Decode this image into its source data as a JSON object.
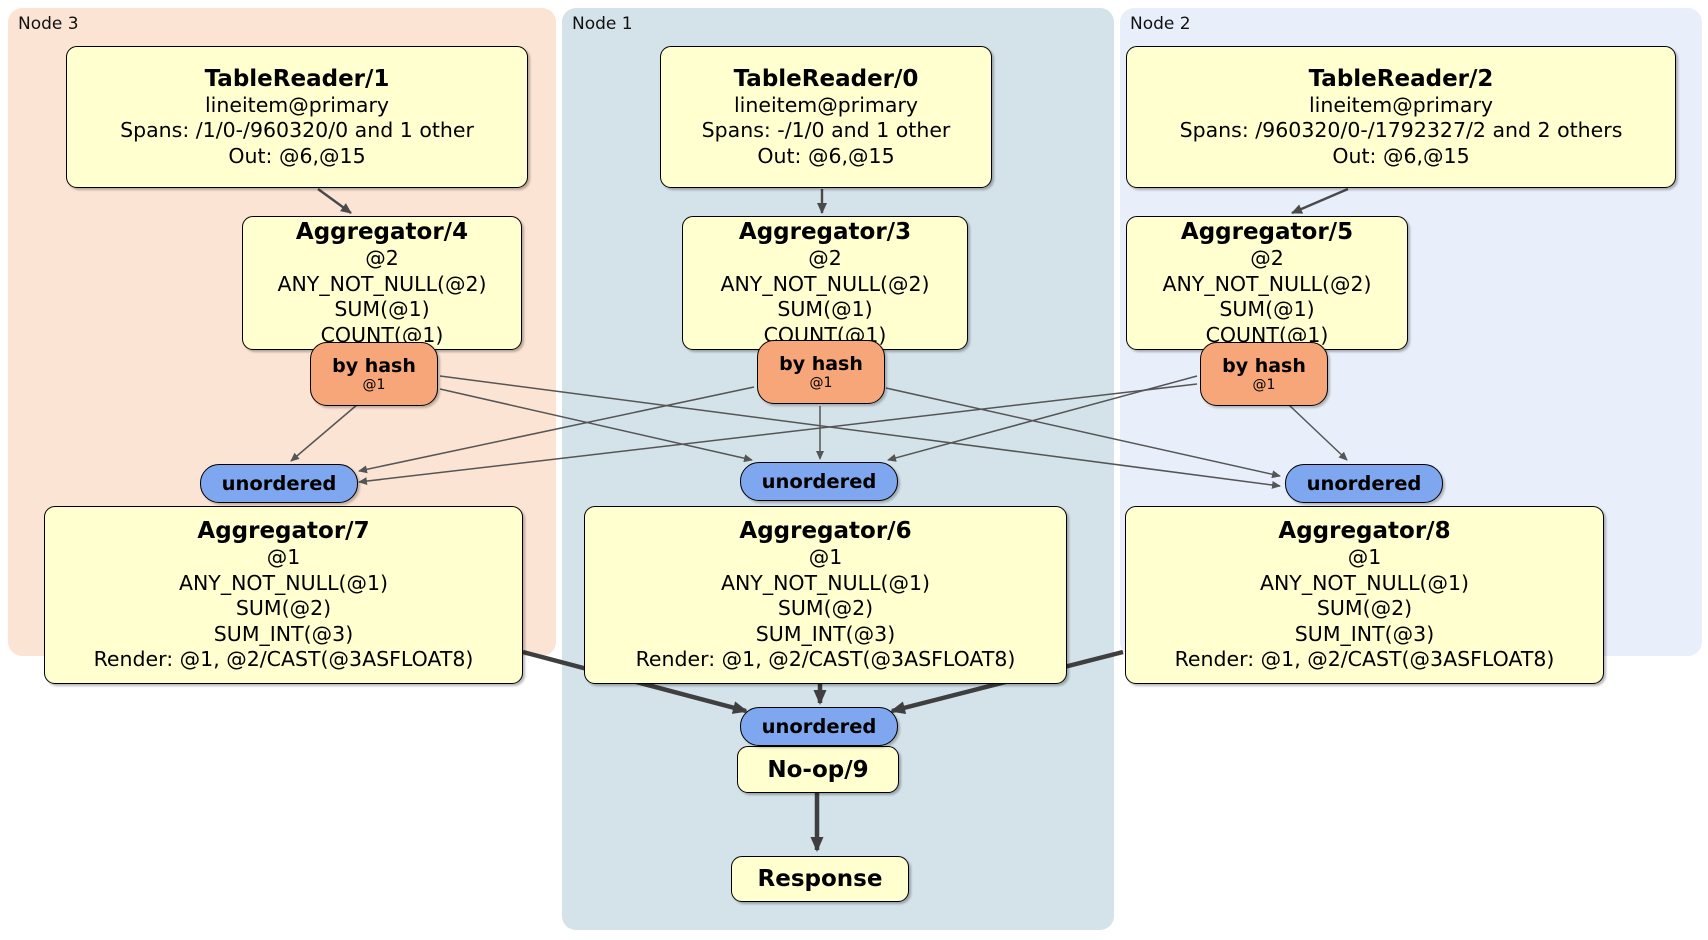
{
  "diagram": {
    "regions": [
      {
        "label": "Node 3"
      },
      {
        "label": "Node 1"
      },
      {
        "label": "Node 2"
      }
    ],
    "processors": {
      "tr1": {
        "title": "TableReader/1",
        "lines": [
          "lineitem@primary",
          "Spans: /1/0-/960320/0 and 1 other",
          "Out: @6,@15"
        ]
      },
      "tr0": {
        "title": "TableReader/0",
        "lines": [
          "lineitem@primary",
          "Spans: -/1/0 and 1 other",
          "Out: @6,@15"
        ]
      },
      "tr2": {
        "title": "TableReader/2",
        "lines": [
          "lineitem@primary",
          "Spans: /960320/0-/1792327/2 and 2 others",
          "Out: @6,@15"
        ]
      },
      "agg4": {
        "title": "Aggregator/4",
        "lines": [
          "@2",
          "ANY_NOT_NULL(@2)",
          "SUM(@1)",
          "COUNT(@1)"
        ]
      },
      "agg3": {
        "title": "Aggregator/3",
        "lines": [
          "@2",
          "ANY_NOT_NULL(@2)",
          "SUM(@1)",
          "COUNT(@1)"
        ]
      },
      "agg5": {
        "title": "Aggregator/5",
        "lines": [
          "@2",
          "ANY_NOT_NULL(@2)",
          "SUM(@1)",
          "COUNT(@1)"
        ]
      },
      "agg7": {
        "title": "Aggregator/7",
        "lines": [
          "@1",
          "ANY_NOT_NULL(@1)",
          "SUM(@2)",
          "SUM_INT(@3)",
          "Render: @1, @2/CAST(@3ASFLOAT8)"
        ]
      },
      "agg6": {
        "title": "Aggregator/6",
        "lines": [
          "@1",
          "ANY_NOT_NULL(@1)",
          "SUM(@2)",
          "SUM_INT(@3)",
          "Render: @1, @2/CAST(@3ASFLOAT8)"
        ]
      },
      "agg8": {
        "title": "Aggregator/8",
        "lines": [
          "@1",
          "ANY_NOT_NULL(@1)",
          "SUM(@2)",
          "SUM_INT(@3)",
          "Render: @1, @2/CAST(@3ASFLOAT8)"
        ]
      },
      "noop": {
        "title": "No-op/9"
      },
      "response": {
        "title": "Response"
      }
    },
    "routers": {
      "left": {
        "label": "by hash",
        "detail": "@1"
      },
      "center": {
        "label": "by hash",
        "detail": "@1"
      },
      "right": {
        "label": "by hash",
        "detail": "@1"
      }
    },
    "syncs": {
      "left": {
        "label": "unordered"
      },
      "center": {
        "label": "unordered"
      },
      "right": {
        "label": "unordered"
      },
      "final": {
        "label": "unordered"
      }
    },
    "colors": {
      "node3_bg": "#fce4d4",
      "node1_bg": "#d4e2ea",
      "node2_bg": "#e9effa",
      "processor_bg": "#ffffcf",
      "router_bg": "#f6a678",
      "sync_bg": "#7fa7ef",
      "border": "#000000",
      "edge_thin": "#555555",
      "edge_thick": "#3f3f3f"
    }
  }
}
